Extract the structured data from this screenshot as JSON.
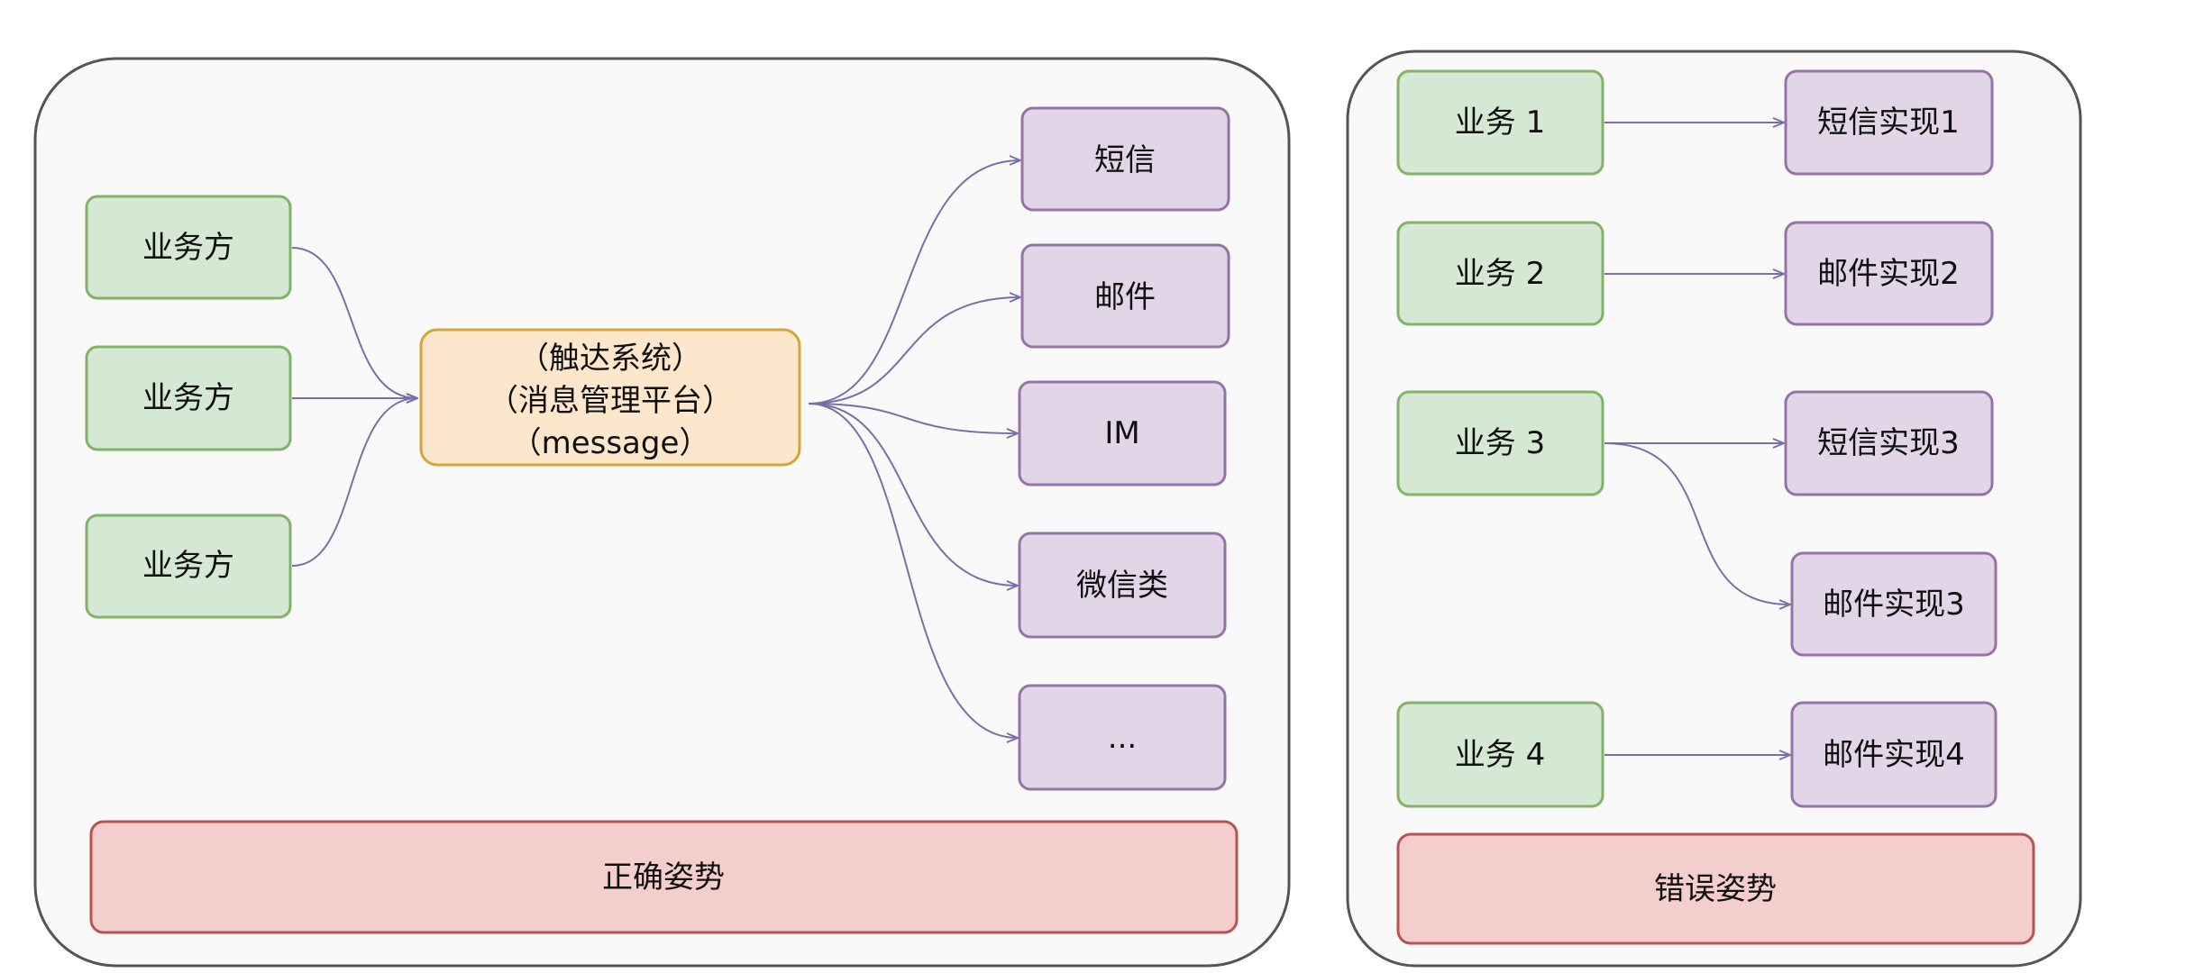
{
  "left": {
    "sources": [
      "业务方",
      "业务方",
      "业务方"
    ],
    "center": [
      "（触达系统）",
      "（消息管理平台）",
      "（message）"
    ],
    "targets": [
      "短信",
      "邮件",
      "IM",
      "微信类",
      "..."
    ],
    "caption": "正确姿势"
  },
  "right": {
    "sources": [
      "业务 1",
      "业务 2",
      "业务 3",
      "业务 4"
    ],
    "targets": [
      "短信实现1",
      "邮件实现2",
      "短信实现3",
      "邮件实现3",
      "邮件实现4"
    ],
    "caption": "错误姿势"
  },
  "colors": {
    "source": "#d5e8d4",
    "target": "#e1d5e7",
    "center": "#fce6cc",
    "caption": "#f3cecc",
    "edge": "#7a6fa8"
  }
}
